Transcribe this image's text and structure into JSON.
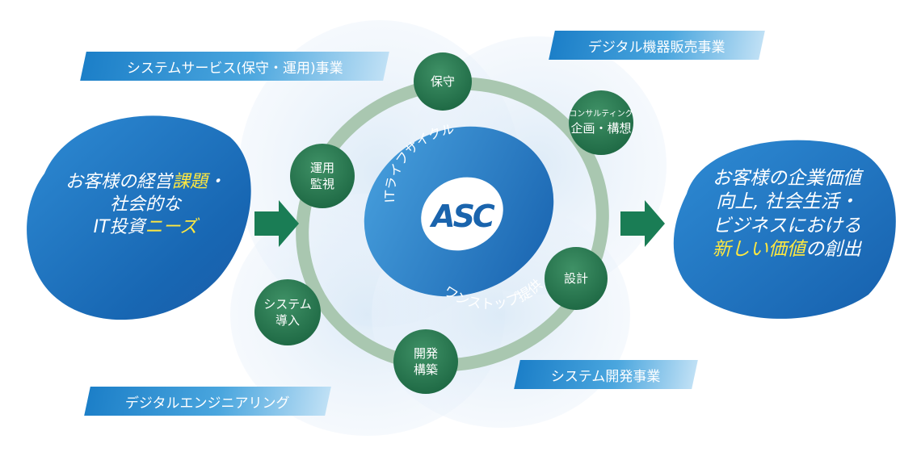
{
  "banners": {
    "maintenance": "システムサービス(保守・運用)事業",
    "sales": "デジタル機器販売事業",
    "development": "システム開発事業",
    "engineering": "デジタルエンジニアリング"
  },
  "left_blob": {
    "line1_a": "お客様の経営",
    "line1_b": "課題",
    "line1_c": "・",
    "line2": "社会的な",
    "line3_a": "IT投資",
    "line3_b": "ニーズ"
  },
  "right_blob": {
    "line1": "お客様の企業価値",
    "line2": "向上, 社会生活・",
    "line3": "ビジネスにおける",
    "line4_a": "新しい価値",
    "line4_b": "の創出"
  },
  "center": {
    "logo": "ASC",
    "top_text": "ITライフサイクル",
    "bottom_text": "ワンストップ提供"
  },
  "nodes": {
    "hoshu": {
      "line1": "保守"
    },
    "consulting": {
      "small": "コンサルティング",
      "line1": "企画・構想"
    },
    "sekkei": {
      "line1": "設計"
    },
    "kaihatsu": {
      "line1": "開発",
      "line2": "構築"
    },
    "dounyu": {
      "line1": "システム",
      "line2": "導入"
    },
    "unyou": {
      "line1": "運用",
      "line2": "監視"
    }
  },
  "colors": {
    "blob_blue": "#1f78c5",
    "node_green": "#2b7a52",
    "arrow_green": "#1a7d55",
    "highlight": "#ffe840"
  }
}
